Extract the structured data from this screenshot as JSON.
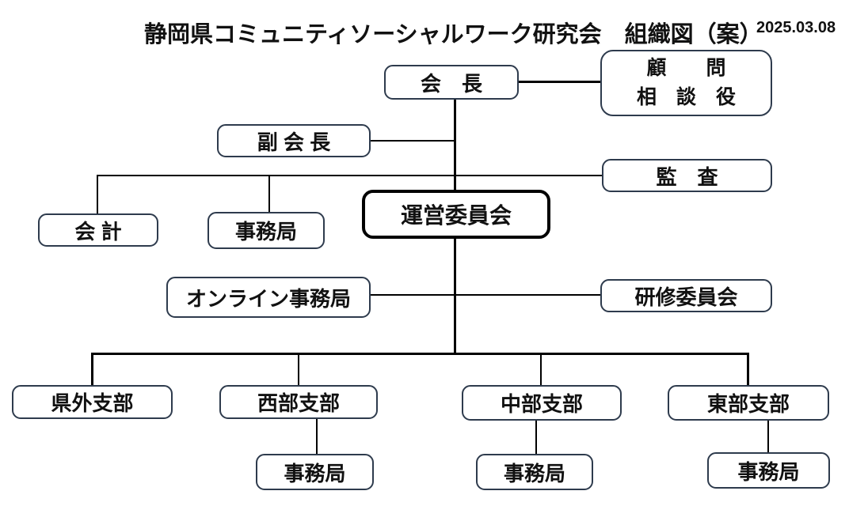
{
  "header": {
    "title": "静岡県コミュニティソーシャルワーク研究会　組織図（案）",
    "date": "2025.03.08"
  },
  "colors": {
    "background": "#ffffff",
    "box_border": "#2e3b4d",
    "emphasis_border": "#000000",
    "connector": "#000000",
    "text": "#111111"
  },
  "nodes": {
    "chairman": {
      "label": "会　長"
    },
    "advisor": {
      "line1": "顧　　問",
      "line2": "相　談　役"
    },
    "vice_chairman": {
      "label": "副 会 長"
    },
    "audit": {
      "label": "監　査"
    },
    "accounting": {
      "label": "会 計"
    },
    "head_office": {
      "label": "事務局"
    },
    "steering_committee": {
      "label": "運営委員会"
    },
    "online_office": {
      "label": "オンライン事務局"
    },
    "training_committee": {
      "label": "研修委員会"
    },
    "branch_outside_pref": {
      "label": "県外支部"
    },
    "branch_west": {
      "label": "西部支部"
    },
    "branch_central": {
      "label": "中部支部"
    },
    "branch_east": {
      "label": "東部支部"
    },
    "branch_west_office": {
      "label": "事務局"
    },
    "branch_central_office": {
      "label": "事務局"
    },
    "branch_east_office": {
      "label": "事務局"
    }
  }
}
